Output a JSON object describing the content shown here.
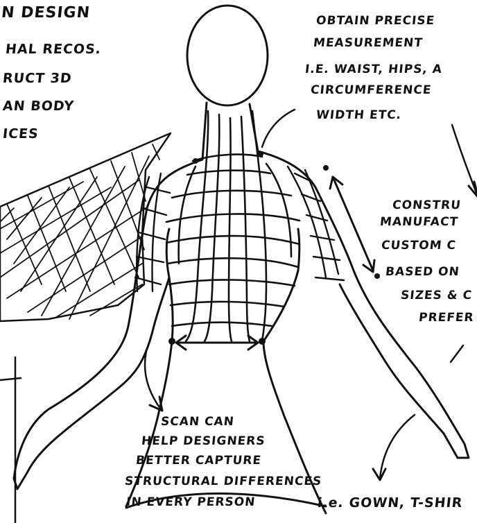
{
  "notes": {
    "title": "N DESIGN",
    "left_block": [
      "HAL RECOS.",
      "RUCT 3D",
      "AN BODY",
      "ICES"
    ],
    "top_right": [
      "OBTAIN PRECISE",
      "MEASUREMENT",
      "i.e. WAIST, HIPS, A",
      "CIRCUMFERENCE",
      "WIDTH etc."
    ],
    "right_mid": [
      "CONSTRU",
      "MANUFACT",
      "CUSTOM C",
      "BASED ON",
      "SIZES & C",
      "PREFER"
    ],
    "bottom_center": [
      "SCAN CAN",
      "HELP DESIGNERS",
      "BETTER CAPTURE",
      "STRUCTURAL DIFFERENCES",
      "IN EVERY PERSON"
    ],
    "bottom_right": "i.e. GOWN, T-SHIR"
  },
  "colors": {
    "ink": "#111111",
    "paper": "#ffffff"
  }
}
